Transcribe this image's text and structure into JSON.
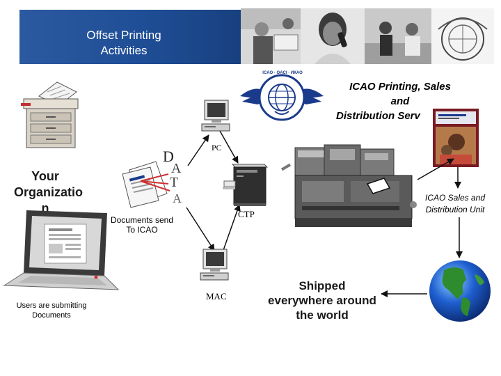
{
  "banner": {
    "title_line1": "Offset Printing",
    "title_line2": "Activities"
  },
  "icao_unit": {
    "line1": "ICAO Printing, Sales",
    "line2": "and",
    "line3": "Distribution Serv"
  },
  "logo": {
    "text": "ICAO · OACI · ИКАО"
  },
  "organization": {
    "line1": "Your",
    "line2": "Organizatio",
    "line3": "n"
  },
  "users_caption": {
    "line1": "Users are submitting",
    "line2": "Documents"
  },
  "documents_send": {
    "line1": "Documents send",
    "line2": "To ICAO"
  },
  "data_letters": [
    "D",
    "A",
    "T",
    "A"
  ],
  "pc_label": "PC",
  "ctp_label": "CTP",
  "mac_label": "MAC",
  "sales_unit": {
    "line1": "ICAO Sales and",
    "line2": "Distribution Unit"
  },
  "shipped": {
    "line1": "Shipped",
    "line2": "everywhere around",
    "line3": "the world"
  },
  "colors": {
    "banner_blue": "#1f4e96",
    "logo_blue": "#1a3a8c",
    "globe_blue": "#1f5fd0",
    "globe_green": "#2e8b2e"
  },
  "icons": [
    "copier-icon",
    "laptop-icon",
    "documents-icon",
    "pc-icon",
    "ctp-machine-icon",
    "mac-icon",
    "printing-press-icon",
    "book-cover-icon",
    "globe-icon",
    "icao-logo-icon"
  ]
}
